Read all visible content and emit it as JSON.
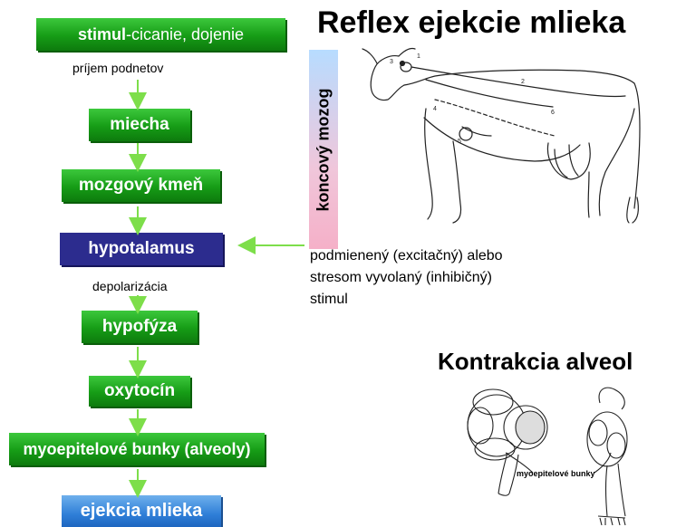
{
  "title": "Reflex ejekcie mlieka",
  "subtitle": "Kontrakcia alveol",
  "flow": {
    "stimul_bold": "stimul",
    "stimul_rest": "-cicanie, dojenie",
    "prijem": "príjem podnetov",
    "miecha": "miecha",
    "kmen": "mozgový kmeň",
    "hypotalamus": "hypotalamus",
    "depolarizacia": "depolarizácia",
    "hypofyza": "hypofýza",
    "oxytocin": "oxytocín",
    "myo": "myoepitelové bunky (alveoly)",
    "ejekcia": "ejekcia mlieka"
  },
  "side_label": "koncový mozog",
  "stimulus_text": {
    "line1": "podmienený (excitačný) alebo",
    "line2": "stresom vyvolaný (inhibičný)",
    "line3": "stimul"
  },
  "alveol_label": "myoepitelové bunky",
  "cow_numbers": [
    "1",
    "2",
    "3",
    "4",
    "5",
    "6"
  ],
  "colors": {
    "green": "#169c16",
    "arrow": "#7dde4a",
    "purple": "#2c2c8e",
    "blue": "#2f7fd8"
  }
}
